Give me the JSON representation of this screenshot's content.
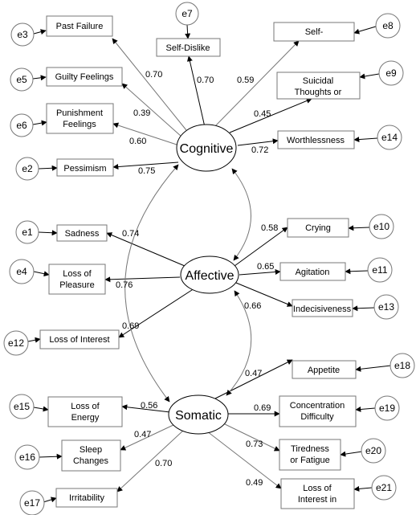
{
  "factors": {
    "cognitive": "Cognitive",
    "affective": "Affective",
    "somatic": "Somatic"
  },
  "items": {
    "past_failure": "Past Failure",
    "guilty_feelings": "Guilty Feelings",
    "punishment_line1": "Punishment",
    "punishment_line2": "Feelings",
    "pessimism": "Pessimism",
    "self_dislike": "Self-Dislike",
    "self": "Self-",
    "suicidal_line1": "Suicidal",
    "suicidal_line2": "Thoughts or",
    "worthlessness": "Worthlessness",
    "sadness": "Sadness",
    "loss_pleasure_line1": "Loss of",
    "loss_pleasure_line2": "Pleasure",
    "loss_interest": "Loss of Interest",
    "crying": "Crying",
    "agitation": "Agitation",
    "indecisiveness": "Indecisiveness",
    "loss_energy_line1": "Loss of",
    "loss_energy_line2": "Energy",
    "sleep_line1": "Sleep",
    "sleep_line2": "Changes",
    "irritability": "Irritability",
    "appetite": "Appetite",
    "concentration_line1": "Concentration",
    "concentration_line2": "Difficulty",
    "tiredness_line1": "Tiredness",
    "tiredness_line2": "or Fatigue",
    "loss_interest_in_line1": "Loss of",
    "loss_interest_in_line2": "Interest in"
  },
  "errors": {
    "e1": "e1",
    "e2": "e2",
    "e3": "e3",
    "e4": "e4",
    "e5": "e5",
    "e6": "e6",
    "e7": "e7",
    "e8": "e8",
    "e9": "e9",
    "e10": "e10",
    "e11": "e11",
    "e12": "e12",
    "e13": "e13",
    "e14": "e14",
    "e15": "e15",
    "e16": "e16",
    "e17": "e17",
    "e18": "e18",
    "e19": "e19",
    "e20": "e20",
    "e21": "e21"
  },
  "loadings": {
    "past_failure": "0.70",
    "self_dislike": "0.70",
    "self": "0.59",
    "guilty_feelings": "0.39",
    "suicidal": "0.45",
    "punishment": "0.60",
    "worthlessness": "0.72",
    "pessimism": "0.75",
    "sadness": "0.74",
    "crying": "0.58",
    "agitation": "0.65",
    "loss_pleasure": "0.76",
    "indecisiveness": "0.66",
    "loss_interest": "0.69",
    "appetite": "0.47",
    "loss_energy": "0.56",
    "concentration": "0.69",
    "sleep": "0.47",
    "tiredness": "0.73",
    "irritability": "0.70",
    "loss_interest_in": "0.49"
  }
}
